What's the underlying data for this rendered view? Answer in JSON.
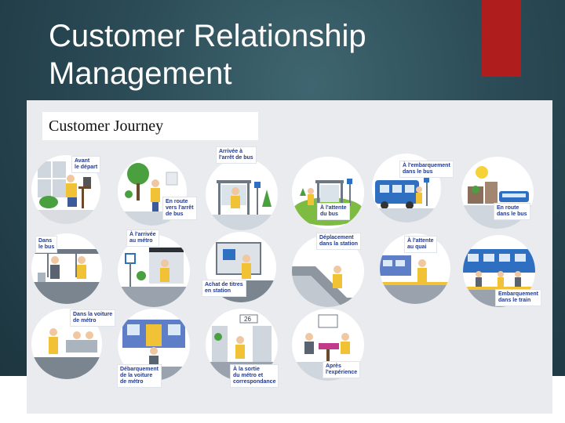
{
  "slide": {
    "title_line1": "Customer Relationship",
    "title_line2": "Management"
  },
  "panel": {
    "heading": "Customer Journey"
  },
  "steps": [
    {
      "line1": "Avant",
      "line2": "le départ"
    },
    {
      "line1": "Arrivée à",
      "line2": "l'arrêt de bus"
    },
    {
      "line1": "À l'embarquement",
      "line2": "dans le bus"
    },
    {
      "line1": "En route",
      "line2": "vers l'arrêt",
      "line3": "de bus"
    },
    {
      "line1": "À l'attente",
      "line2": "du bus"
    },
    {
      "line1": "En route",
      "line2": "dans le bus"
    },
    {
      "line1": "Dans",
      "line2": "le bus"
    },
    {
      "line1": "À l'arrivée",
      "line2": "au métro"
    },
    {
      "line1": "Déplacement",
      "line2": "dans la station"
    },
    {
      "line1": "À l'attente",
      "line2": "au quai"
    },
    {
      "line1": "Achat de titres",
      "line2": "en station"
    },
    {
      "line1": "Embarquement",
      "line2": "dans le train"
    },
    {
      "line1": "Dans la voiture",
      "line2": "de métro"
    },
    {
      "line1": "Débarquement",
      "line2": "de la voiture",
      "line3": "de métro"
    },
    {
      "line1": "À la sortie",
      "line2": "du métro et",
      "line3": "correspondance"
    },
    {
      "line1": "Après",
      "line2": "l'expérience"
    }
  ],
  "station_sign": "26"
}
